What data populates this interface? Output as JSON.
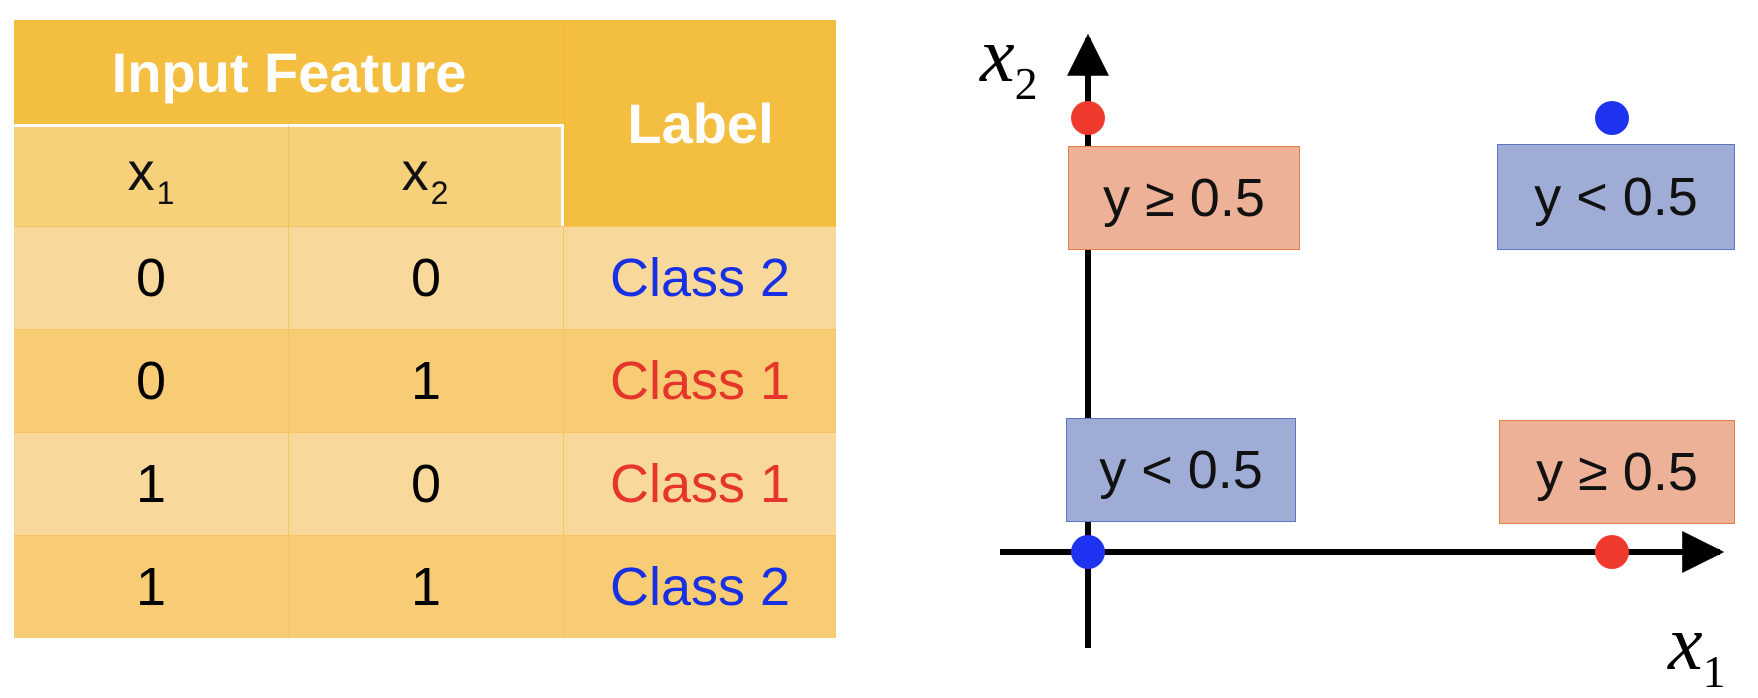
{
  "table": {
    "header_input": "Input Feature",
    "header_label": "Label",
    "sub_x1": "x",
    "sub_x1_index": "1",
    "sub_x2": "x",
    "sub_x2_index": "2",
    "rows": [
      {
        "x1": "0",
        "x2": "0",
        "label": "Class 2"
      },
      {
        "x1": "0",
        "x2": "1",
        "label": "Class 1"
      },
      {
        "x1": "1",
        "x2": "0",
        "label": "Class 1"
      },
      {
        "x1": "1",
        "x2": "1",
        "label": "Class 2"
      }
    ],
    "class_colors": {
      "Class 1": "#e6352a",
      "Class 2": "#1830e3"
    },
    "colors": {
      "header": "#f4be41",
      "sub_header": "#f7d07a",
      "row_light": "#f9d99b",
      "row_dark": "#f7cc74"
    }
  },
  "plot": {
    "x_axis_label": "x",
    "x_axis_index": "1",
    "y_axis_label": "x",
    "y_axis_index": "2",
    "points": [
      {
        "x1": 0,
        "x2": 0,
        "color": "#1e33f0"
      },
      {
        "x1": 0,
        "x2": 1,
        "color": "#f03a2e"
      },
      {
        "x1": 1,
        "x2": 0,
        "color": "#f03a2e"
      },
      {
        "x1": 1,
        "x2": 1,
        "color": "#1e33f0"
      }
    ],
    "regions": [
      {
        "text": "y ≥ 0.5",
        "kind": "hi"
      },
      {
        "text": "y < 0.5",
        "kind": "lo"
      },
      {
        "text": "y < 0.5",
        "kind": "lo"
      },
      {
        "text": "y ≥ 0.5",
        "kind": "hi"
      }
    ]
  }
}
